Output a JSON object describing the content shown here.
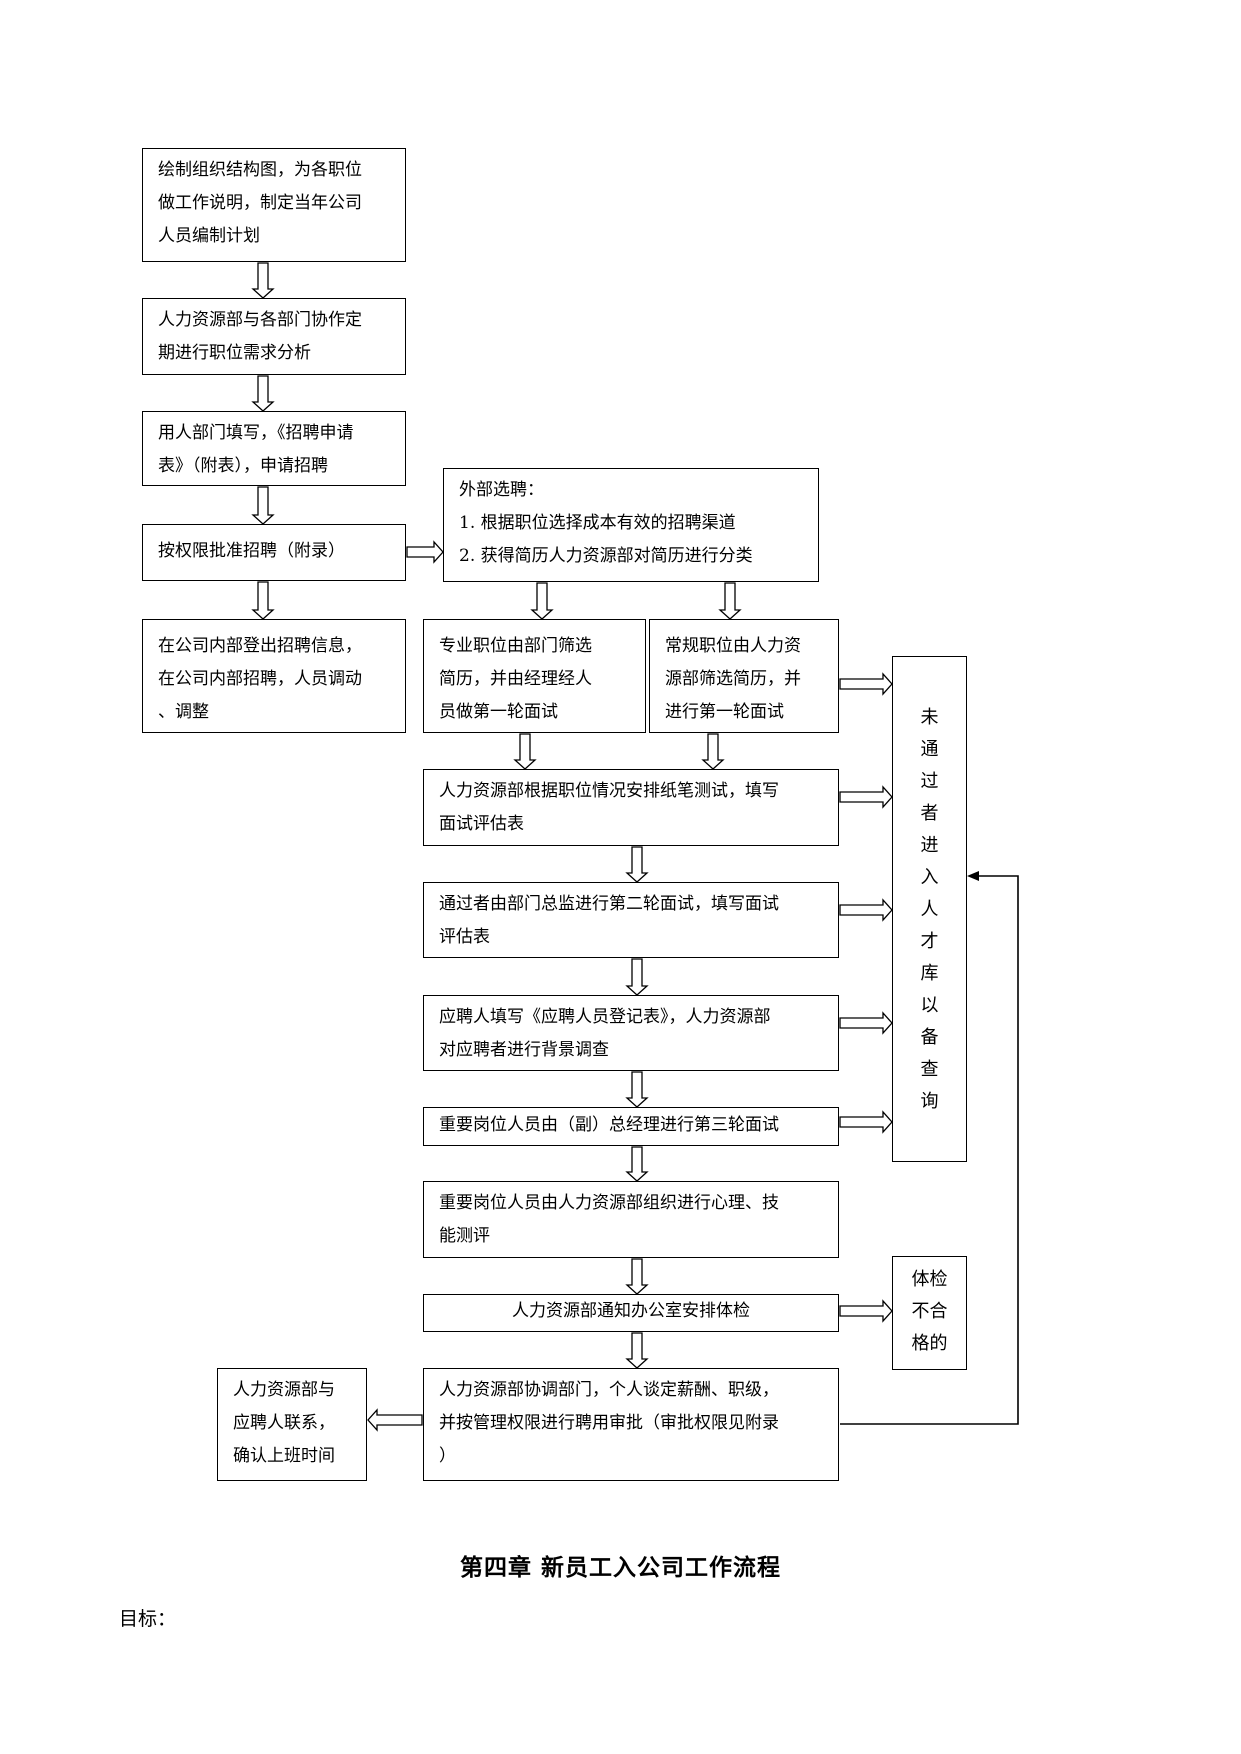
{
  "flow": {
    "plan": [
      "绘制组织结构图，为各职位",
      "做工作说明，制定当年公司",
      "人员编制计划"
    ],
    "analysis": [
      "人力资源部与各部门协作定",
      "期进行职位需求分析"
    ],
    "apply": [
      "用人部门填写，《招聘申请",
      "表》（附表），申请招聘"
    ],
    "approve": [
      "按权限批准招聘（附录）"
    ],
    "external": [
      "外部选聘：",
      "1.  根据职位选择成本有效的招聘渠道",
      "2.  获得简历人力资源部对简历进行分类"
    ],
    "internal": [
      "在公司内部登出招聘信息，",
      "在公司内部招聘，人员调动",
      "、调整"
    ],
    "professional": [
      "专业职位由部门筛选",
      "简历，并由经理经人",
      "员做第一轮面试"
    ],
    "regular": [
      "常规职位由人力资",
      "源部筛选简历，并",
      "进行第一轮面试"
    ],
    "written_test": [
      "人力资源部根据职位情况安排纸笔测试，填写",
      "面试评估表"
    ],
    "second_interview": [
      "通过者由部门总监进行第二轮面试，填写面试",
      "评估表"
    ],
    "registration": [
      "应聘人填写《应聘人员登记表》，人力资源部",
      "对应聘者进行背景调查"
    ],
    "third_interview": [
      "重要岗位人员由（副）总经理进行第三轮面试"
    ],
    "psych_test": [
      "重要岗位人员由人力资源部组织进行心理、技",
      "能测评"
    ],
    "medical": [
      "人力资源部通知办公室安排体检"
    ],
    "negotiate": [
      "人力资源部协调部门，个人谈定薪酬、职级，",
      "并按管理权限进行聘用审批（审批权限见附录",
      "）"
    ],
    "contact": [
      "人力资源部与",
      "应聘人联系，",
      "确认上班时间"
    ],
    "talent_pool": [
      "未",
      "通",
      "过",
      "者",
      "进",
      "入",
      "人",
      "才",
      "库",
      "以",
      "备",
      "查",
      "询"
    ],
    "medical_fail": [
      "体检",
      "不合",
      "格的"
    ]
  },
  "chapter_title": "第四章   新员工入公司工作流程",
  "goal_label": "目标："
}
